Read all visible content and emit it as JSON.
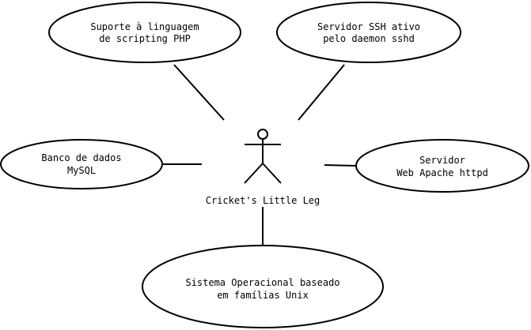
{
  "actor": {
    "name": "Cricket's Little Leg",
    "icon": "stick-figure-actor-icon"
  },
  "use_cases": [
    {
      "id": "php",
      "lines": [
        "Suporte à linguagem",
        "de scripting PHP"
      ]
    },
    {
      "id": "ssh",
      "lines": [
        "Servidor SSH ativo",
        "pelo daemon sshd"
      ]
    },
    {
      "id": "mysql",
      "lines": [
        "Banco de dados",
        "MySQL"
      ]
    },
    {
      "id": "apache",
      "lines": [
        "Servidor",
        "Web Apache httpd"
      ]
    },
    {
      "id": "unix",
      "lines": [
        "Sistema Operacional baseado",
        "em famílias Unix"
      ]
    }
  ]
}
